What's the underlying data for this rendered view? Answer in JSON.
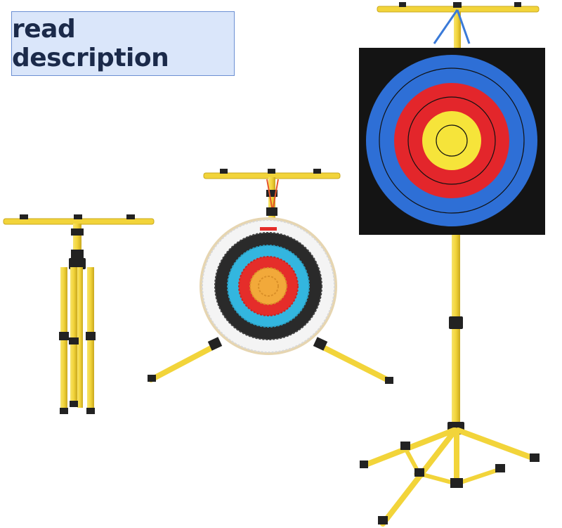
{
  "banner": {
    "text": "read description"
  },
  "colors": {
    "stand_yellow": "#f2d43a",
    "stand_shadow": "#c9a81e",
    "clamp_black": "#222222",
    "board_black": "#141414",
    "ring_blue": "#2e6fd6",
    "ring_red": "#e3262b",
    "ring_yellow": "#f6e43a",
    "straw_white": "#f4f4f4",
    "straw_black": "#2a2a2a",
    "straw_cyan": "#33b6df",
    "straw_red": "#e52d2a",
    "straw_orange": "#f2a93a",
    "strap_blue": "#3a7ad8"
  },
  "products": [
    {
      "id": "folded-tripod"
    },
    {
      "id": "tripod-with-straw-target"
    },
    {
      "id": "tripod-with-foam-target"
    }
  ]
}
